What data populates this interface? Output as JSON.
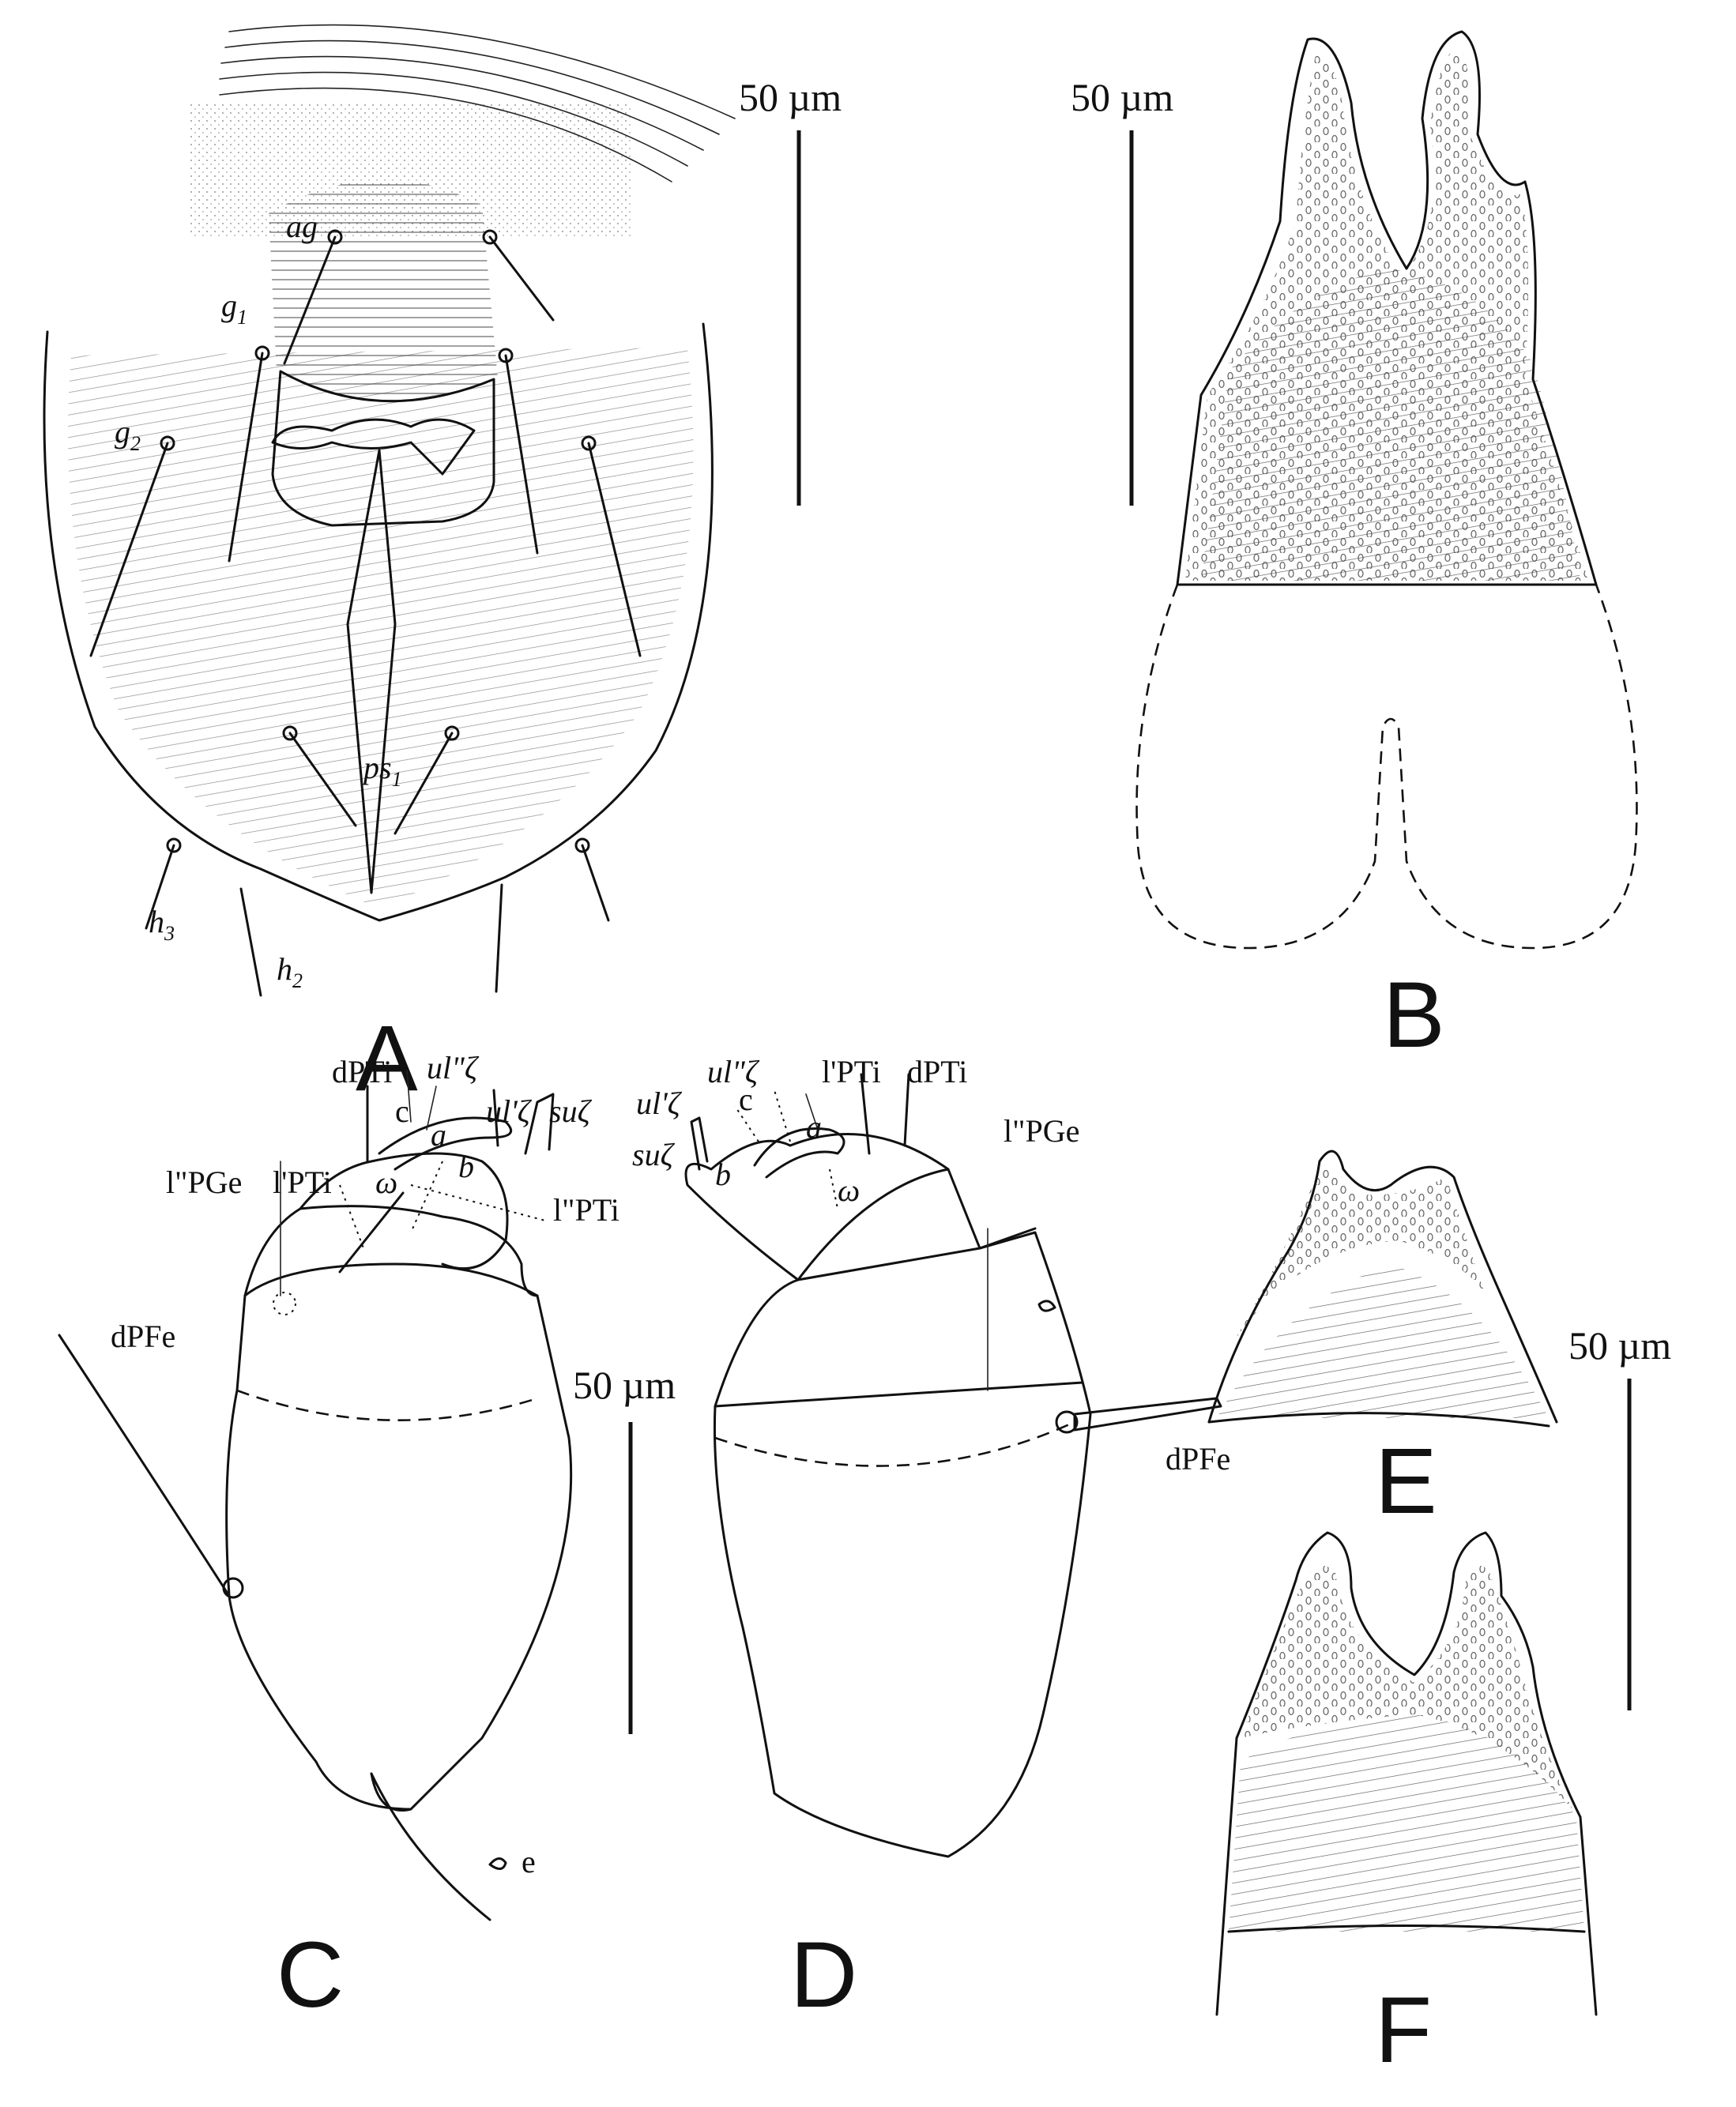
{
  "panels": {
    "A": {
      "letter": "A",
      "scale": "50 µm",
      "setae": [
        "ag",
        "g1",
        "g2",
        "ps1",
        "h3",
        "h2"
      ]
    },
    "B": {
      "letter": "B",
      "scale": "50 µm"
    },
    "C": {
      "letter": "C",
      "setae": [
        "dPTi",
        "ul\"ζ",
        "c",
        "a",
        "ul'ζ",
        "suζ",
        "b",
        "l\"PGe",
        "l'PTi",
        "ω",
        "l\"PTi",
        "dPFe",
        "e"
      ]
    },
    "D": {
      "letter": "D",
      "scale": "50 µm",
      "setae": [
        "ul\"ζ",
        "l'PTi",
        "dPTi",
        "ul'ζ",
        "c",
        "a",
        "l\"PGe",
        "suζ",
        "b",
        "ω",
        "dPFe"
      ]
    },
    "E": {
      "letter": "E",
      "scale": "50 µm"
    },
    "F": {
      "letter": "F"
    }
  }
}
